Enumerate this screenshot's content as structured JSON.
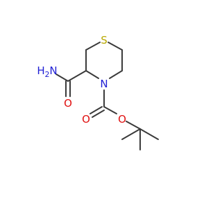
{
  "molecule": {
    "atoms": {
      "sulfur": {
        "symbol": "S",
        "color": "#b8a800"
      },
      "ring_nitrogen": {
        "symbol": "N",
        "color": "#1f1fd4"
      },
      "amide_nitrogen": {
        "symbol": "N",
        "prefix": "H",
        "subscript": "2",
        "color": "#1f1fd4"
      },
      "amide_oxygen": {
        "symbol": "O",
        "color": "#e01010"
      },
      "carbonyl_oxygen": {
        "symbol": "O",
        "color": "#e01010"
      },
      "ester_oxygen": {
        "symbol": "O",
        "color": "#e01010"
      }
    },
    "bond_color": "#3a3a3a"
  }
}
